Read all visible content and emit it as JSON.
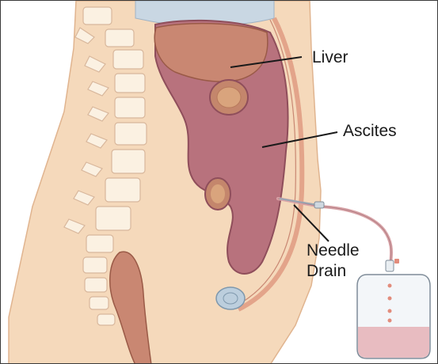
{
  "labels": {
    "liver": "Liver",
    "ascites": "Ascites",
    "needle": "Needle",
    "drain": "Drain"
  },
  "colors": {
    "skin": "#f5d9bb",
    "skin_outline": "#e0b48f",
    "vertebra": "#fbf1e2",
    "disc": "#e8b79a",
    "liver": "#c98772",
    "ascites": "#b8727d",
    "ascites_dark": "#8f4e5b",
    "organ": "#c4866c",
    "diaphragm": "#c9d7e3",
    "bag_fluid": "#e8bcc1",
    "bag_outline": "#7f8c99",
    "tube": "#d8a4a8",
    "leader_line": "#1a1a1a"
  }
}
